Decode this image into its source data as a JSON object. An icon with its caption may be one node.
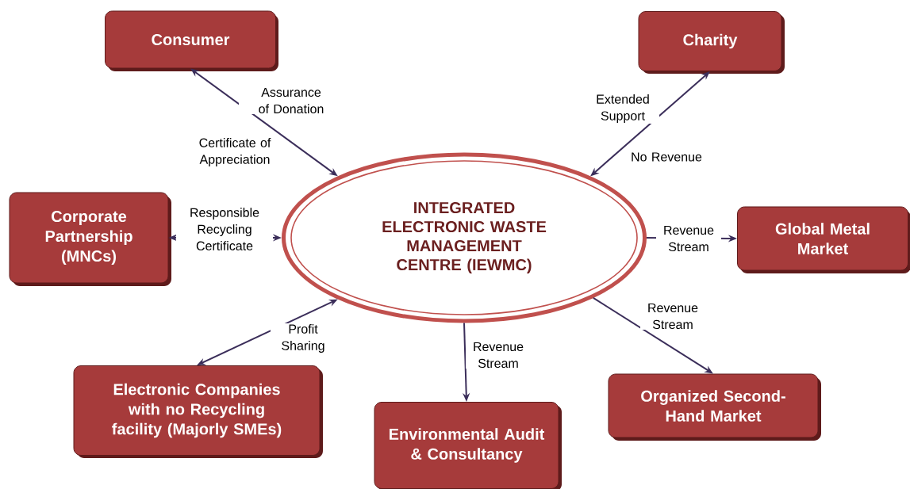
{
  "diagram": {
    "nodes": [
      {
        "text": [
          "Consumer"
        ]
      },
      {
        "text": [
          "Charity"
        ]
      },
      {
        "text": [
          "Corporate Partnership (MNCs)"
        ]
      },
      {
        "text": [
          "INTEGRATED ELECTRONIC WASTE MANAGEMENT CENTRE (IEWMC)"
        ]
      },
      {
        "text": [
          "Global Metal Market"
        ]
      },
      {
        "text": [
          "Electronic Companies with no Recycling facility (Majorly SMEs)"
        ]
      },
      {
        "text": [
          "Environmental Audit & Consultancy"
        ]
      },
      {
        "text": [
          "Organized Second-Hand Market"
        ]
      }
    ],
    "edges": [
      {
        "from": 0,
        "to": 3,
        "arrow": "both",
        "label": "Assurance of Donation"
      },
      {
        "from": 1,
        "to": 3,
        "arrow": "both",
        "label": "Extended Support"
      },
      {
        "from": 2,
        "to": 3,
        "arrow": "both",
        "label": "Responsible Recycling Certificate"
      },
      {
        "from": 5,
        "to": 3,
        "arrow": "both",
        "label": "Profit Sharing"
      },
      {
        "from": 3,
        "to": 4,
        "arrow": "to",
        "label": "Revenue Stream"
      },
      {
        "from": 3,
        "to": 6,
        "arrow": "to",
        "label": "Revenue Stream"
      },
      {
        "from": 3,
        "to": 7,
        "arrow": "to",
        "label": "Revenue Stream"
      }
    ],
    "labels": [
      "Certificate of Appreciation",
      "No Revenue"
    ]
  }
}
